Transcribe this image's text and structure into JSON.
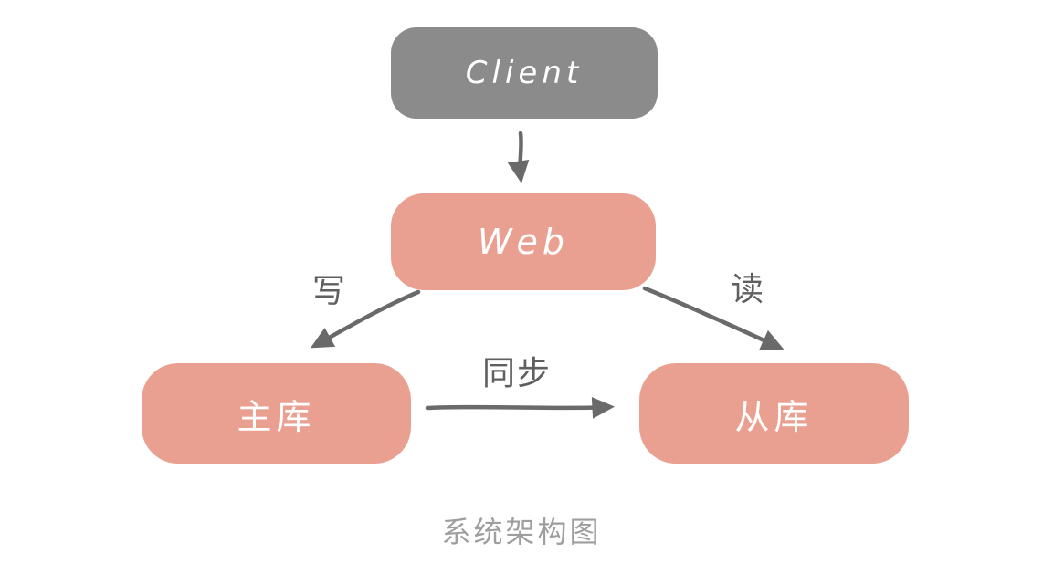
{
  "diagram": {
    "title": "系统架构图",
    "canvas_background": "#ffffff",
    "arrow_color": "#6a6a6a",
    "edge_label_color": "#5f5f5f",
    "title_color": "#9e9e9e",
    "nodes": [
      {
        "id": "client",
        "label": "Client",
        "color": "#8b8b8b",
        "text_color": "#ffffff"
      },
      {
        "id": "web",
        "label": "Web",
        "color": "#eaa091",
        "text_color": "#ffffff"
      },
      {
        "id": "master",
        "label": "主库",
        "color": "#eaa091",
        "text_color": "#ffffff"
      },
      {
        "id": "slave",
        "label": "从库",
        "color": "#eaa091",
        "text_color": "#ffffff"
      }
    ],
    "edges": [
      {
        "id": "client-web",
        "from": "client",
        "to": "web",
        "label": ""
      },
      {
        "id": "web-master",
        "from": "web",
        "to": "master",
        "label": "写"
      },
      {
        "id": "web-slave",
        "from": "web",
        "to": "slave",
        "label": "读"
      },
      {
        "id": "master-slave",
        "from": "master",
        "to": "slave",
        "label": "同步"
      }
    ]
  }
}
